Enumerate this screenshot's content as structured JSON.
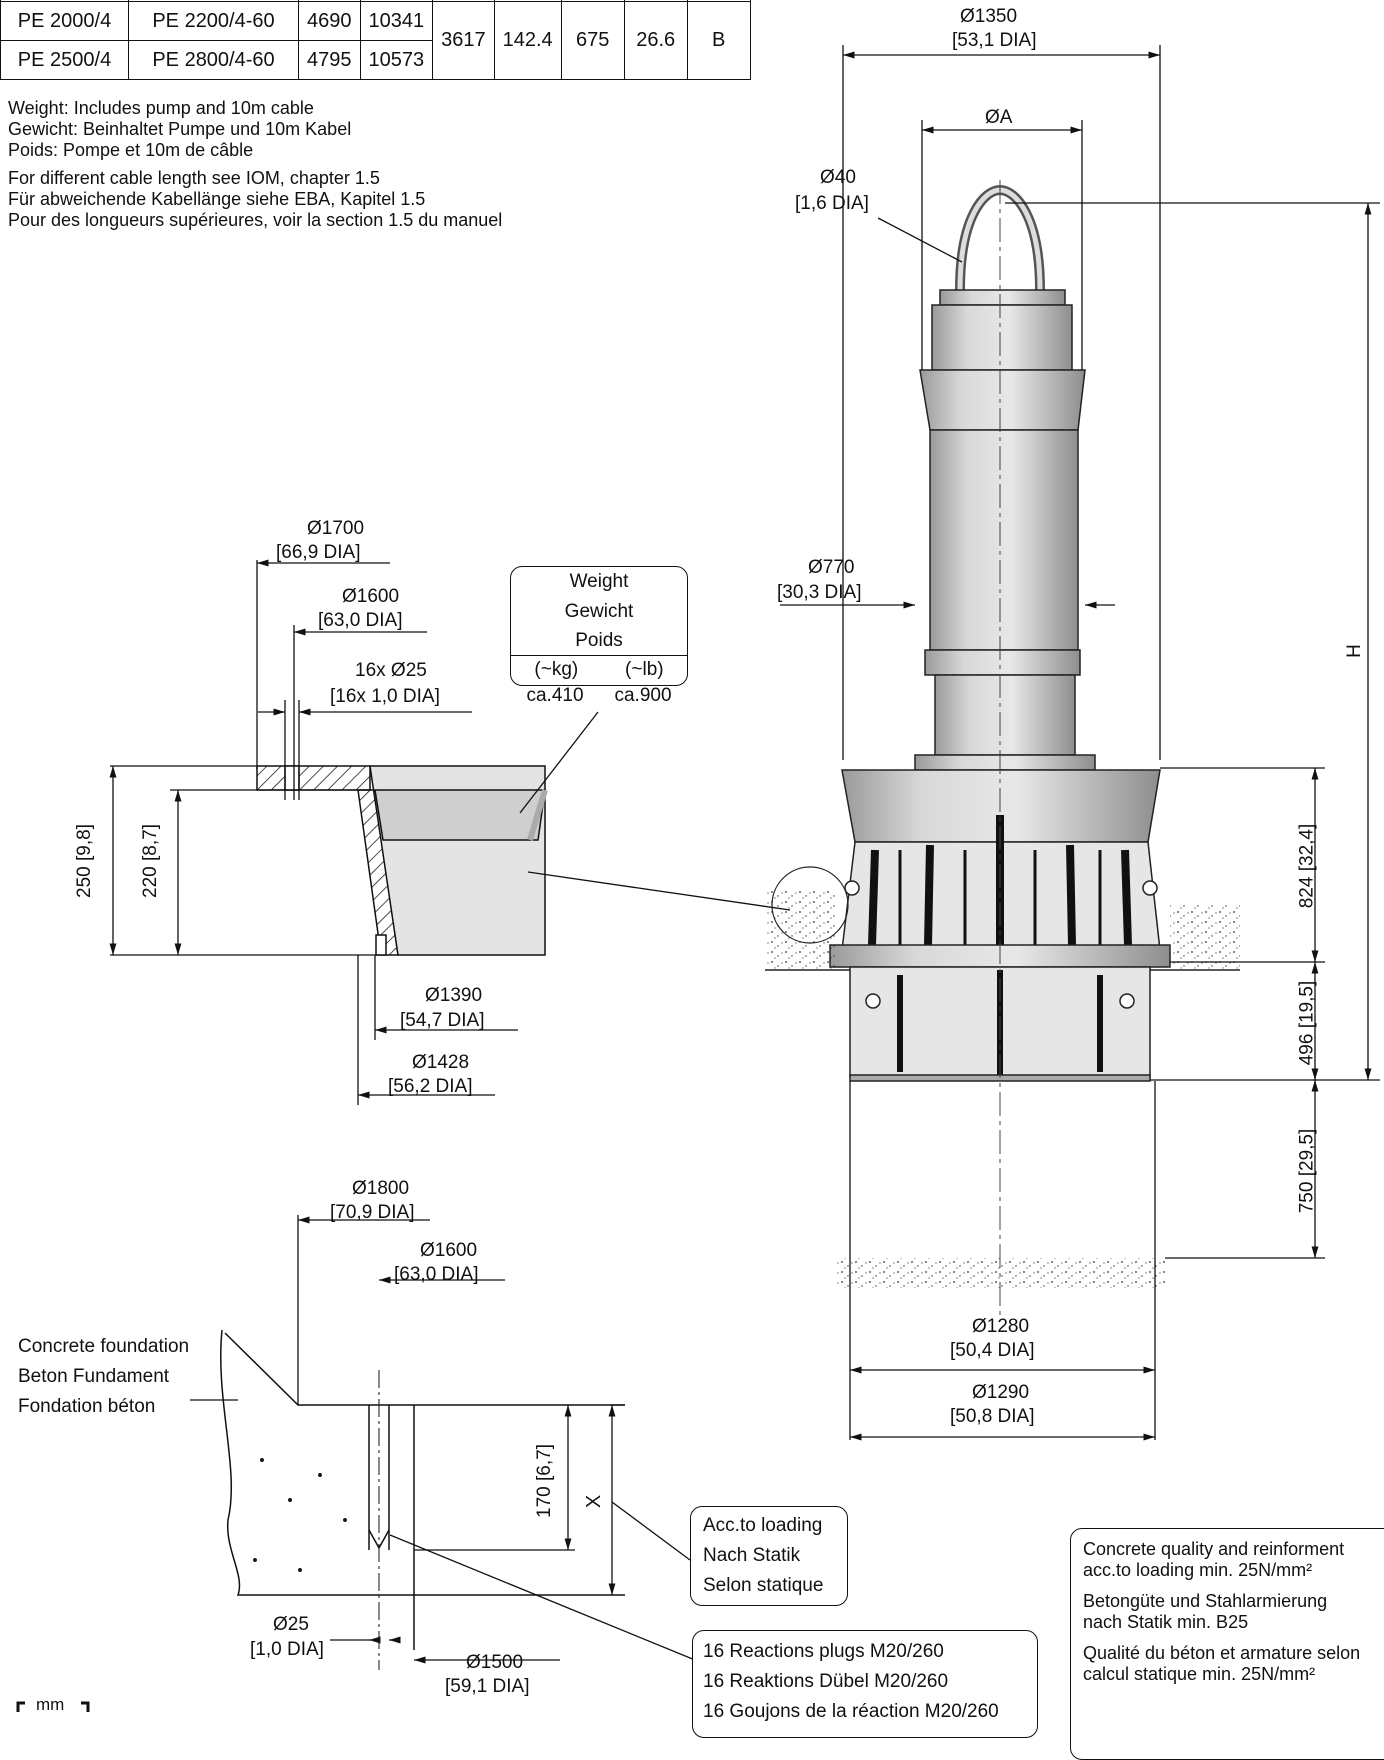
{
  "table": {
    "rows": [
      {
        "model": "PE 2000/4",
        "variant": "PE 2200/4-60",
        "c3": "4690",
        "c4": "10341"
      },
      {
        "model": "PE 2500/4",
        "variant": "PE 2800/4-60",
        "c3": "4795",
        "c4": "10573"
      }
    ],
    "merged": {
      "c5": "3617",
      "c6": "142.4",
      "c7": "675",
      "c8": "26.6",
      "c9": "B"
    }
  },
  "notes": {
    "weight_en": "Weight: Includes pump and 10m cable",
    "weight_de": "Gewicht: Beinhaltet Pumpe und 10m Kabel",
    "weight_fr": "Poids: Pompe et 10m de câble",
    "cable_en": "For different cable length see IOM, chapter 1.5",
    "cable_de": "Für abweichende Kabellänge siehe EBA, Kapitel 1.5",
    "cable_fr": "Pour des longueurs supérieures, voir la section 1.5 du manuel"
  },
  "weight_box": {
    "line1": "Weight",
    "line2": "Gewicht",
    "line3": "Poids",
    "unit_kg": "(~kg)",
    "unit_lb": "(~lb)",
    "value_kg": "ca.410",
    "value_lb": "ca.900"
  },
  "dims": {
    "d1350": "Ø1350",
    "d1350_in": "53,1 DIA",
    "dA": "ØA",
    "d40": "Ø40",
    "d40_in": "1,6 DIA",
    "d770": "Ø770",
    "d770_in": "30,3 DIA",
    "H": "H",
    "h824": "824",
    "h824_in": "32,4",
    "h496": "496",
    "h496_in": "19,5",
    "h750": "750",
    "h750_in": "29,5",
    "d1280": "Ø1280",
    "d1280_in": "50,4 DIA",
    "d1290": "Ø1290",
    "d1290_in": "50,8 DIA",
    "d1700": "Ø1700",
    "d1700_in": "66,9 DIA",
    "d1600a": "Ø1600",
    "d1600a_in": "63,0 DIA",
    "bolts": "16x Ø25",
    "bolts_in": "16x 1,0 DIA",
    "h250": "250",
    "h250_in": "9,8",
    "h220": "220",
    "h220_in": "8,7",
    "d1390": "Ø1390",
    "d1390_in": "54,7 DIA",
    "d1428": "Ø1428",
    "d1428_in": "56,2 DIA",
    "d1800": "Ø1800",
    "d1800_in": "70,9 DIA",
    "d1600b": "Ø1600",
    "d1600b_in": "63,0 DIA",
    "h170": "170",
    "h170_in": "6,7",
    "X": "X",
    "d25": "Ø25",
    "d25_in": "1,0 DIA",
    "d1500": "Ø1500",
    "d1500_in": "59,1 DIA"
  },
  "foundation": {
    "en": "Concrete foundation",
    "de": "Beton Fundament",
    "fr": "Fondation béton"
  },
  "loading_box": {
    "en": "Acc.to loading",
    "de": "Nach Statik",
    "fr": "Selon statique"
  },
  "plugs_box": {
    "en": "16 Reactions plugs M20/260",
    "de": "16 Reaktions Dübel M20/260",
    "fr": "16 Goujons de la réaction M20/260"
  },
  "concrete_box": {
    "en1": "Concrete quality and reinforment",
    "en2": "acc.to loading min. 25N/mm²",
    "de1": "Betongüte und Stahlarmierung",
    "de2": "nach Statik min. B25",
    "fr1": "Qualité du béton et armature selon",
    "fr2": "calcul statique min. 25N/mm²"
  },
  "unit_label": "mm"
}
